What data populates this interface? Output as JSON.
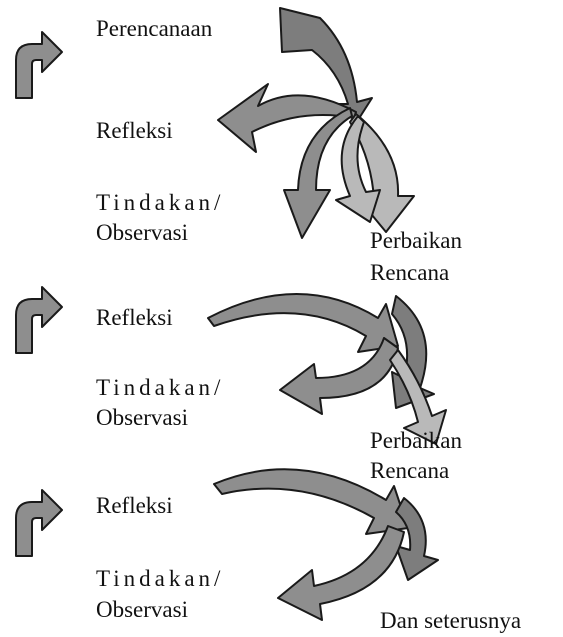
{
  "cycle1": {
    "perencanaan": "Perencanaan",
    "refleksi": "Refleksi",
    "tindakan": "Tindakan/",
    "observasi": "Observasi",
    "perbaikan": "Perbaikan",
    "rencana": "Rencana"
  },
  "cycle2": {
    "refleksi": "Refleksi",
    "tindakan": "Tindakan/",
    "observasi": "Observasi",
    "perbaikan": "Perbaikan",
    "rencana": "Rencana"
  },
  "cycle3": {
    "refleksi": "Refleksi",
    "tindakan": "Tindakan/",
    "observasi": "Observasi",
    "lanjut": "Dan seterusnya"
  },
  "colors": {
    "arrow_fill": "#8e8e8e",
    "arrow_light": "#b9b9b9",
    "outline": "#1a1a1a"
  }
}
